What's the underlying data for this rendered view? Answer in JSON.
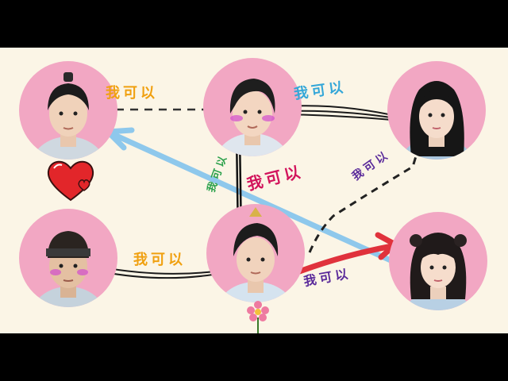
{
  "people": [
    {
      "id": "top-left"
    },
    {
      "id": "top-center"
    },
    {
      "id": "top-right"
    },
    {
      "id": "bottom-left"
    },
    {
      "id": "bottom-center"
    },
    {
      "id": "bottom-right"
    }
  ],
  "labels": {
    "top_left_arrow": "我可以",
    "top_right_arrow": "我可以",
    "center_pink": "我可以",
    "center_green_vertical": "我可以",
    "diagonal_purple": "我可以",
    "bottom_left_arrow": "我可以",
    "bottom_right_arrow": "我可以"
  },
  "colors": {
    "background": "#fbf5e6",
    "portrait_pink": "#f2a7c3",
    "blue_arrow": "#8ec8ec",
    "red_arrow": "#e0323c",
    "heart": "#e2262a",
    "orange_text": "#f0a010",
    "pink_text": "#d2145c",
    "teal_text": "#34a7d8",
    "purple_text": "#5a2a9a",
    "green_text": "#2aa04a"
  },
  "icons": [
    "heart-icon",
    "flower-icon"
  ]
}
